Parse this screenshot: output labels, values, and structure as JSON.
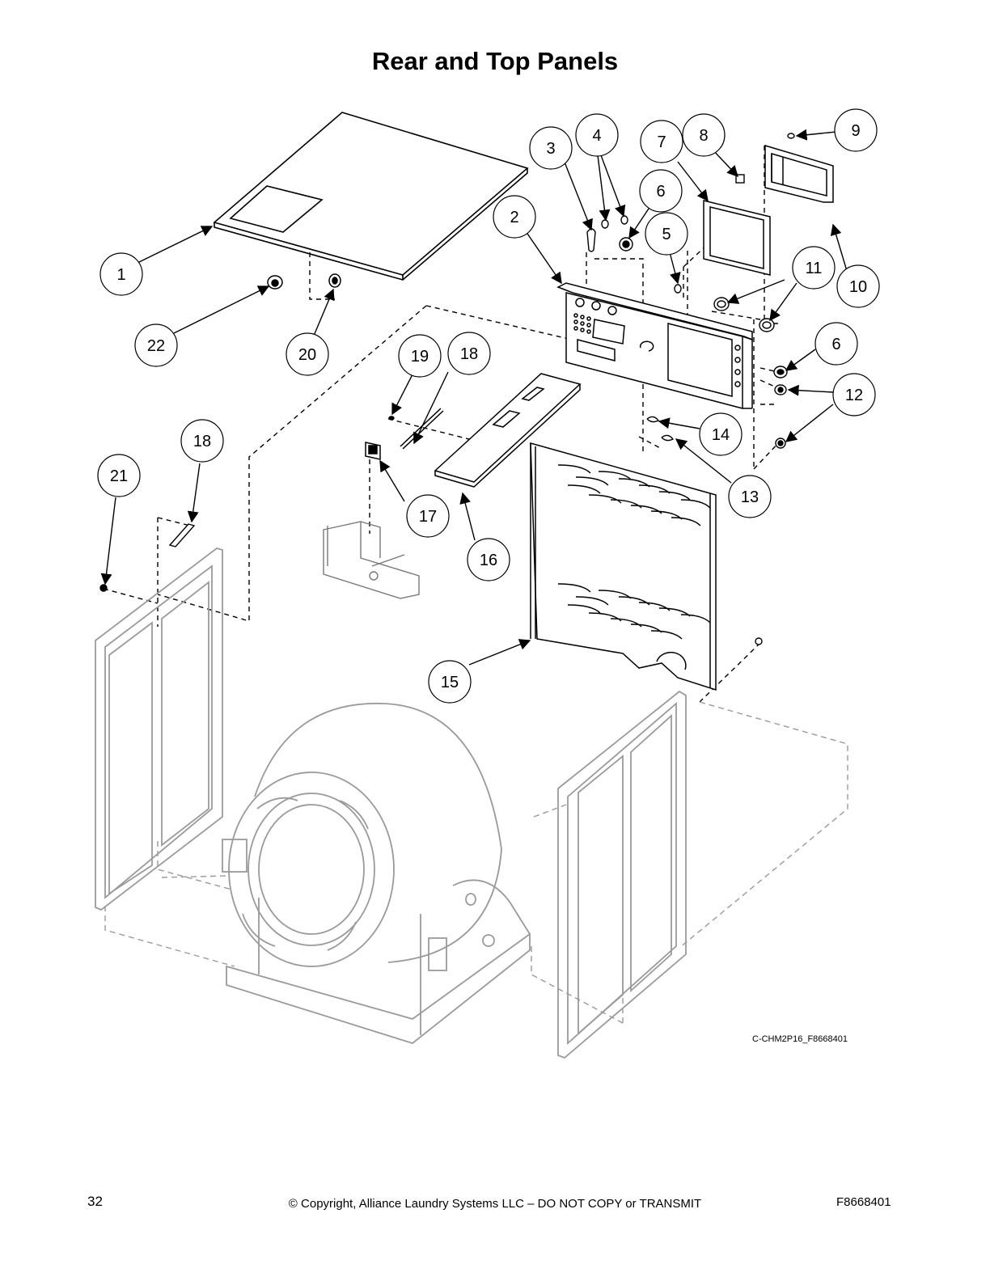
{
  "page": {
    "title": "Rear and Top Panels",
    "figure_id": "C-CHM2P16_F8668401",
    "page_number": "32",
    "copyright": "© Copyright, Alliance Laundry Systems LLC – DO NOT COPY or TRANSMIT",
    "document_number": "F8668401"
  },
  "callouts": [
    {
      "number": "1"
    },
    {
      "number": "2"
    },
    {
      "number": "3"
    },
    {
      "number": "4"
    },
    {
      "number": "5"
    },
    {
      "number": "6"
    },
    {
      "number": "7"
    },
    {
      "number": "8"
    },
    {
      "number": "9"
    },
    {
      "number": "10"
    },
    {
      "number": "11"
    },
    {
      "number": "6"
    },
    {
      "number": "12"
    },
    {
      "number": "13"
    },
    {
      "number": "14"
    },
    {
      "number": "15"
    },
    {
      "number": "16"
    },
    {
      "number": "17"
    },
    {
      "number": "18"
    },
    {
      "number": "19"
    },
    {
      "number": "20"
    },
    {
      "number": "21"
    },
    {
      "number": "22"
    },
    {
      "number": "18"
    }
  ],
  "colors": {
    "line": "#000000",
    "ghost": "#9a9a9a",
    "background": "#ffffff"
  }
}
